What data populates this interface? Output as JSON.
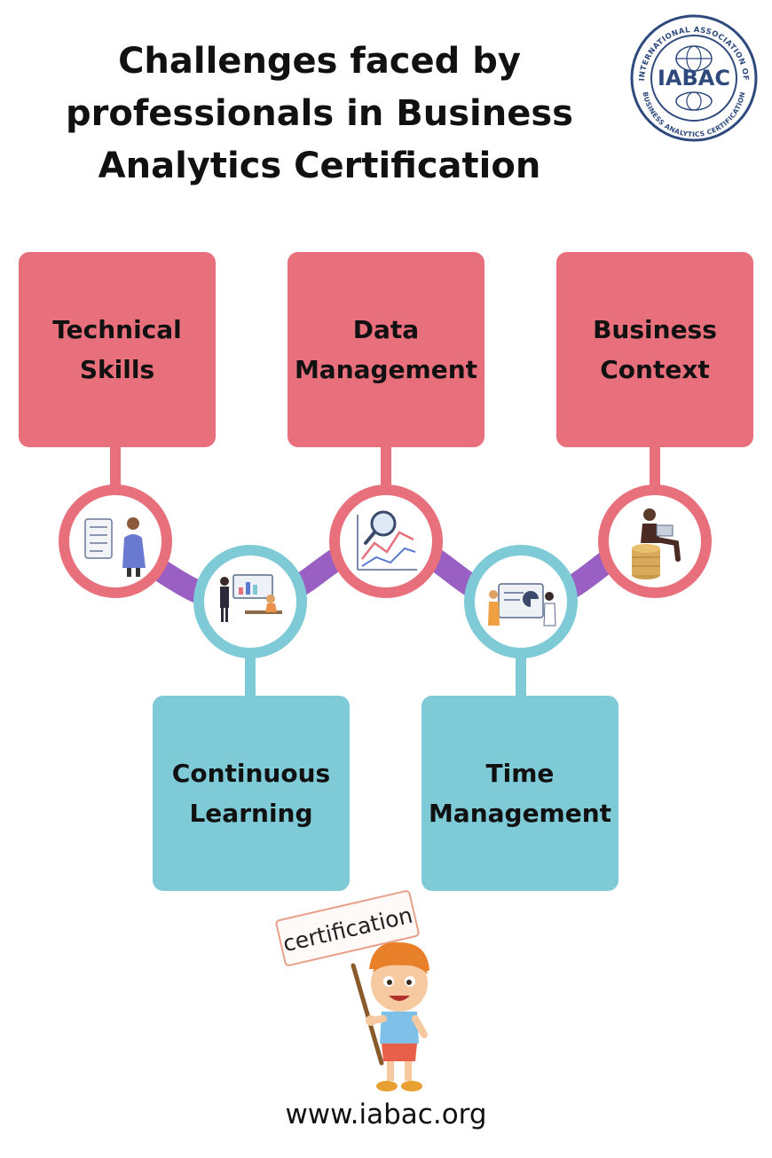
{
  "title": {
    "line1": "Challenges faced by",
    "line2": "professionals in Business",
    "line3": "Analytics Certification"
  },
  "logo": {
    "abbr": "IABAC",
    "ring_top": "INTERNATIONAL ASSOCIATION OF",
    "ring_bottom": "BUSINESS ANALYTICS CERTIFICATION",
    "icon": "globe-icon",
    "color": "#2E4A7D"
  },
  "challenges": [
    {
      "line1": "Technical",
      "line2": "Skills",
      "icon": "person-checklist-icon"
    },
    {
      "line1": "Continuous",
      "line2": "Learning",
      "icon": "presentation-meeting-icon"
    },
    {
      "line1": "Data",
      "line2": "Management",
      "icon": "magnifier-chart-icon"
    },
    {
      "line1": "Time",
      "line2": "Management",
      "icon": "people-dashboard-icon"
    },
    {
      "line1": "Business",
      "line2": "Context",
      "icon": "businessman-coins-icon"
    }
  ],
  "sign": {
    "text": "certification",
    "icon": "child-holding-sign-icon"
  },
  "footer": {
    "url": "www.iabac.org"
  },
  "colors": {
    "pink": "#E8707C",
    "teal": "#7ECAD6",
    "purple": "#9A5FC2",
    "navy": "#2E4A7D"
  }
}
